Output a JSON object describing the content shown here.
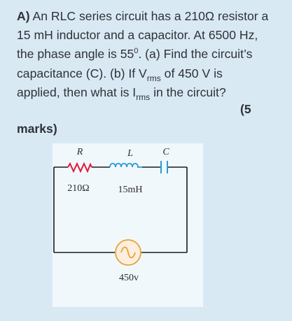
{
  "question": {
    "label": "A)",
    "line1_rest": " An RLC series circuit has a 210Ω resistor a",
    "line2": "15 mH inductor  and a capacitor. At 6500 Hz,",
    "line3_pre": "the phase angle is 55",
    "line3_sup": "0",
    "line3_post": ". (a) Find the circuit’s",
    "line4_pre": "capacitance (C). (b) If V",
    "line4_sub": "rms",
    "line4_post": " of 450 V is",
    "line5_pre": "applied, then what is I",
    "line5_sub": "rms",
    "line5_post": " in the circuit?",
    "marks_open": "(5",
    "marks_close": "marks)"
  },
  "circuit": {
    "resistor_label": "R",
    "inductor_label": "L",
    "capacitor_label": "C",
    "resistor_value": "210Ω",
    "inductor_value": "15mH",
    "source_value": "450v",
    "resistor_color": "#e4173d",
    "inductor_color": "#2a9bd6",
    "capacitor_color": "#2a9bd6",
    "source_color": "#e7a33a",
    "wire_color": "#1a1a1a"
  }
}
